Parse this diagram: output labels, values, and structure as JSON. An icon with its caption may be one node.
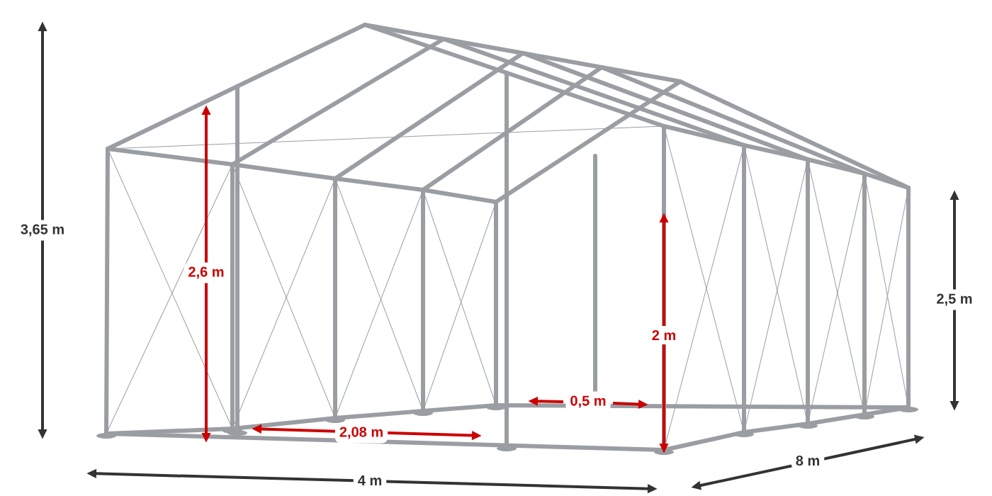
{
  "diagram": {
    "labels": [
      "3,65 m",
      "2,6 m",
      "2,5 m",
      "2 m",
      "0,5 m",
      "2,08 m",
      "8 m",
      "4 m"
    ]
  }
}
